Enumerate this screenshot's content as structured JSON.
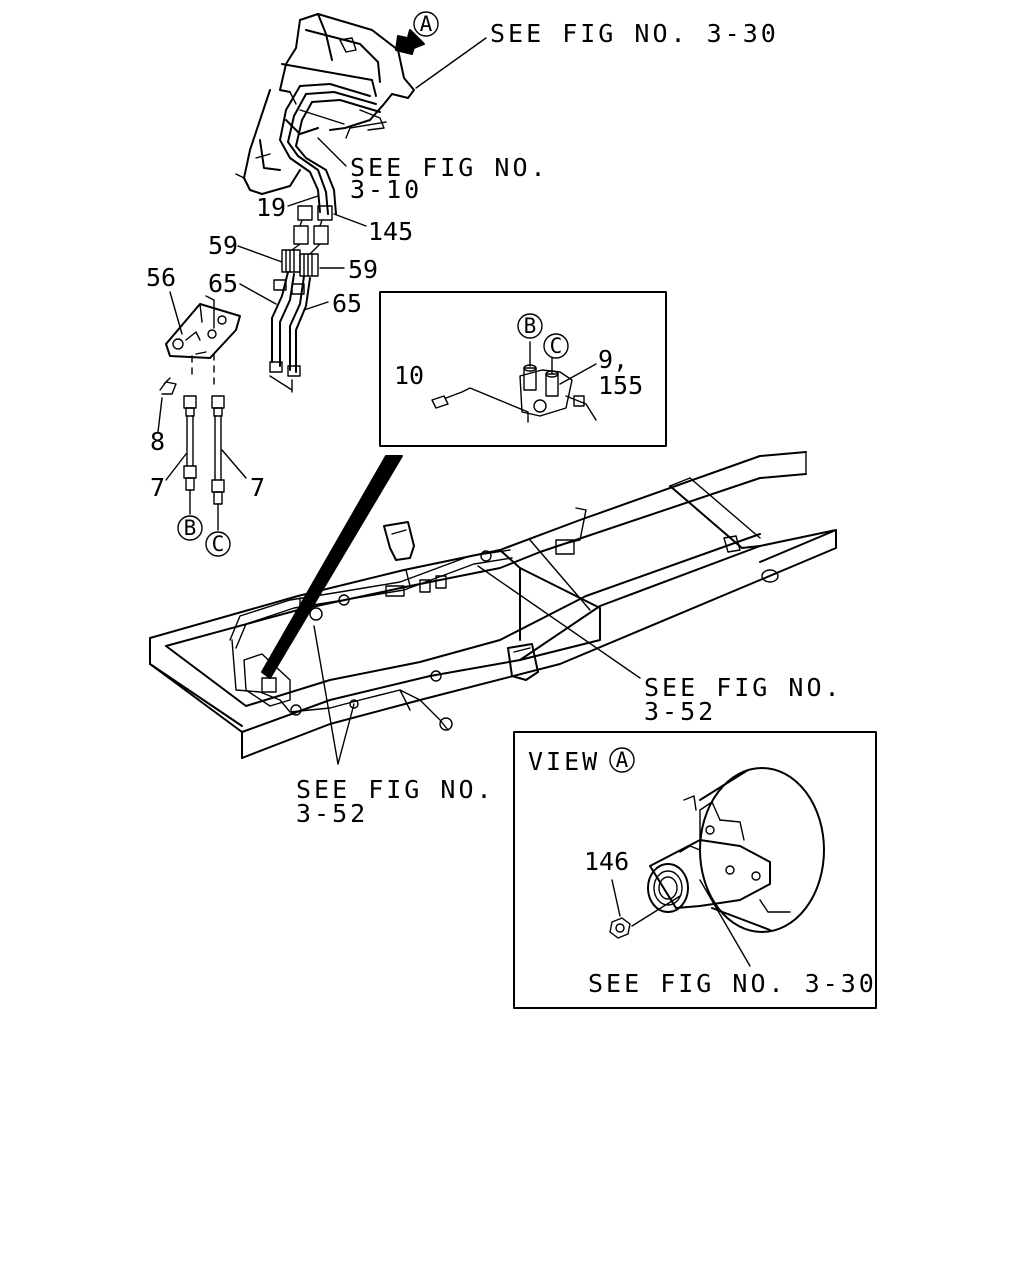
{
  "labels": {
    "see_fig_3_30_top": "SEE FIG NO. 3-30",
    "see_fig_3_10_line1": "SEE FIG NO.",
    "see_fig_3_10_line2": "3-10",
    "see_fig_3_52_right_line1": "SEE FIG NO.",
    "see_fig_3_52_right_line2": "3-52",
    "see_fig_3_52_left_line1": "SEE FIG NO.",
    "see_fig_3_52_left_line2": "3-52",
    "see_fig_3_30_bottom": "SEE FIG NO. 3-30",
    "view": "VIEW"
  },
  "callouts": {
    "A": "A",
    "B": "B",
    "C": "C"
  },
  "part_numbers": {
    "p19": "19",
    "p145": "145",
    "p59a": "59",
    "p59b": "59",
    "p56": "56",
    "p65a": "65",
    "p65b": "65",
    "p8": "8",
    "p7a": "7",
    "p7b": "7",
    "p10": "10",
    "p9": "9,",
    "p155": "155",
    "p146": "146"
  },
  "colors": {
    "ink": "#000000",
    "paper": "#ffffff"
  }
}
